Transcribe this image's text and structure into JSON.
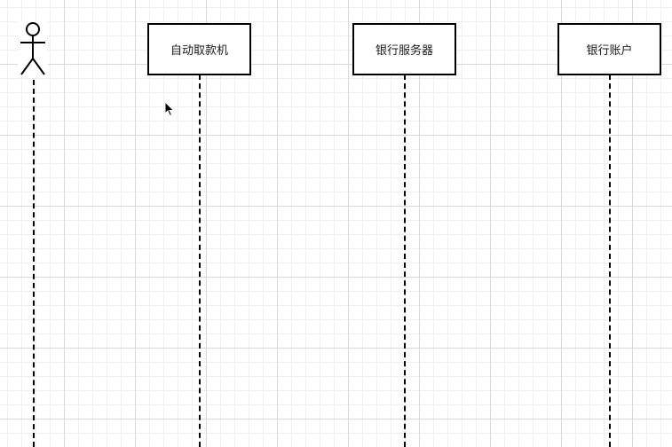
{
  "diagram": {
    "type": "sequence",
    "actor": {
      "icon": "stick-figure-icon",
      "label": ""
    },
    "participants": [
      {
        "id": "atm",
        "label": "自动取款机"
      },
      {
        "id": "bank-server",
        "label": "银行服务器"
      },
      {
        "id": "bank-account",
        "label": "银行账户"
      }
    ],
    "lifeline_style": "dashed",
    "colors": {
      "stroke": "#000000",
      "grid_major": "#d9d9d9",
      "grid_minor": "#efefef",
      "background": "#ffffff"
    }
  },
  "cursor": {
    "icon": "mouse-pointer-icon"
  }
}
